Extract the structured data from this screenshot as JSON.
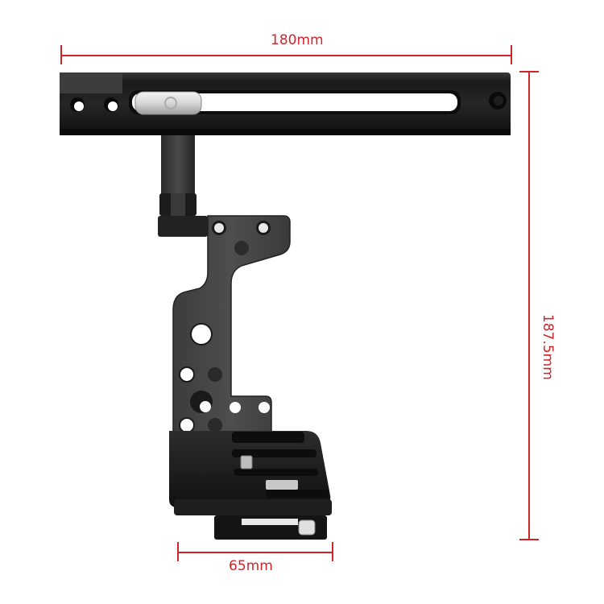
{
  "dimensions": {
    "width_label": "180mm",
    "height_label": "187.5mm",
    "base_label": "65mm",
    "color": "#d0242b"
  },
  "product": {
    "description": "Camera cage with top handle",
    "parts": [
      "top-handle-bar",
      "thumb-screw-knob",
      "handle-mount-post",
      "cage-side-plate",
      "base-plate",
      "mounting-screw"
    ]
  }
}
